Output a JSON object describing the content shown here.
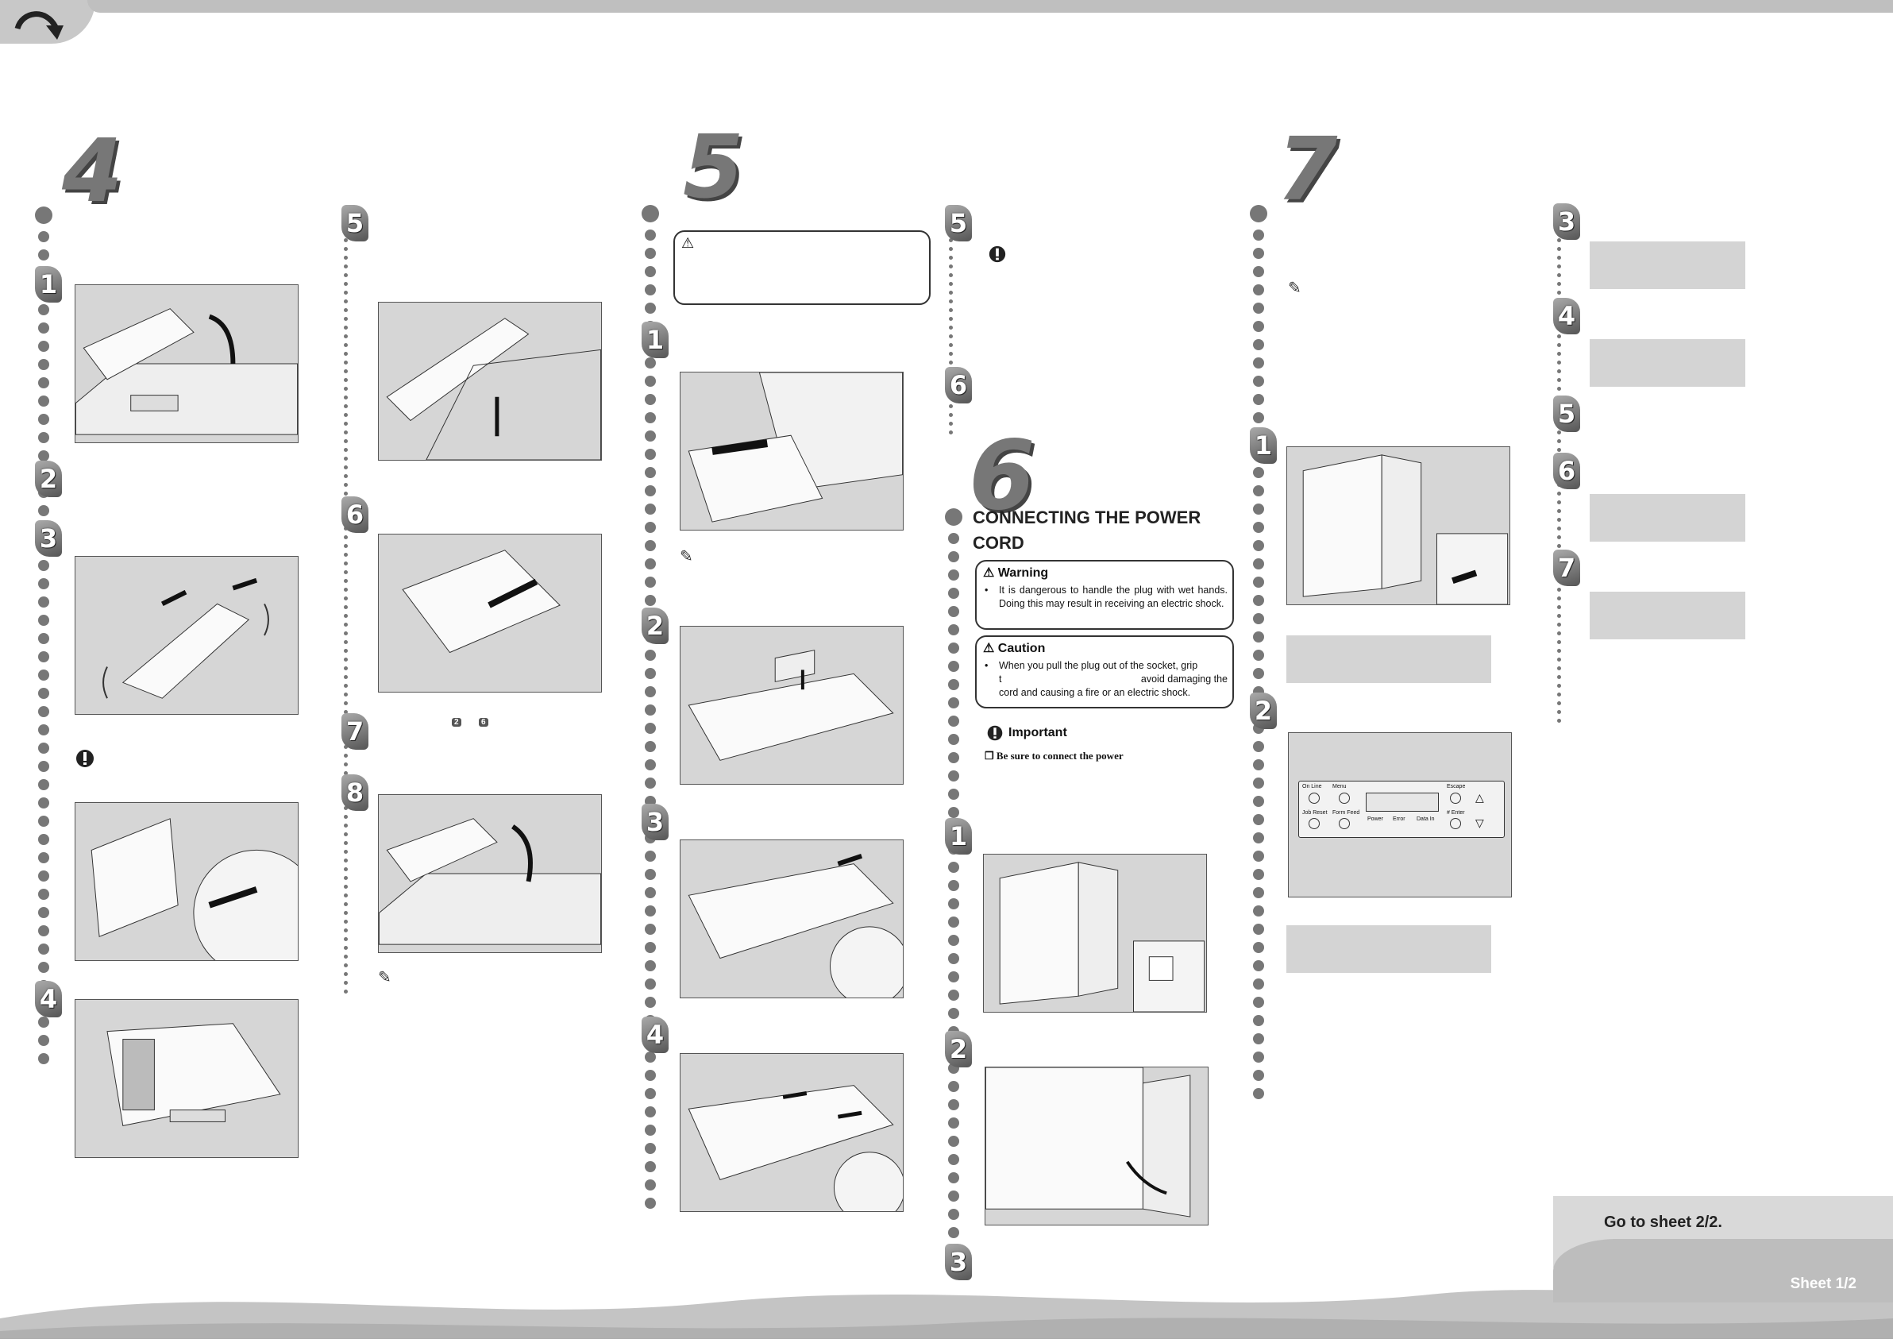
{
  "sections": {
    "four": "4",
    "five": "5",
    "seven": "7",
    "six": "6"
  },
  "steps": {
    "s4": [
      "1",
      "2",
      "3",
      "4"
    ],
    "s4b": [
      "5",
      "6",
      "7",
      "8"
    ],
    "s5": [
      "1",
      "2",
      "3",
      "4"
    ],
    "s5b": [
      "5",
      "6"
    ],
    "s6": [
      "1",
      "2",
      "3"
    ],
    "s7": [
      "1",
      "2"
    ],
    "s7b": [
      "3",
      "4",
      "5",
      "6",
      "7"
    ]
  },
  "step7_refs": {
    "a": "2",
    "b": "6"
  },
  "connecting": {
    "title": "CONNECTING THE POWER CORD",
    "warning": {
      "title": "Warning",
      "text": "It is dangerous to handle the plug with wet hands. Doing this may result in receiving an electric shock."
    },
    "caution": {
      "title": "Caution",
      "text_a": "When you pull the plug out of the socket, grip",
      "text_b": "t",
      "text_c": "avoid damaging the",
      "text_d": "cord and causing a fire or an electric shock."
    },
    "important": {
      "title": "Important",
      "text": "Be sure to connect the power"
    }
  },
  "panel": {
    "online": "On Line",
    "menu": "Menu",
    "escape": "Escape",
    "jobreset": "Job Reset",
    "formfeed": "Form Feed",
    "enter": "# Enter",
    "power": "Power",
    "error": "Error",
    "data": "Data In"
  },
  "footer": {
    "goto": "Go to sheet 2/2.",
    "sheet": "Sheet 1/2"
  },
  "icons": {
    "arrow": "curved-arrow-icon",
    "important": "important-icon",
    "note": "pencil-note-icon",
    "warning": "warning-triangle-icon"
  }
}
